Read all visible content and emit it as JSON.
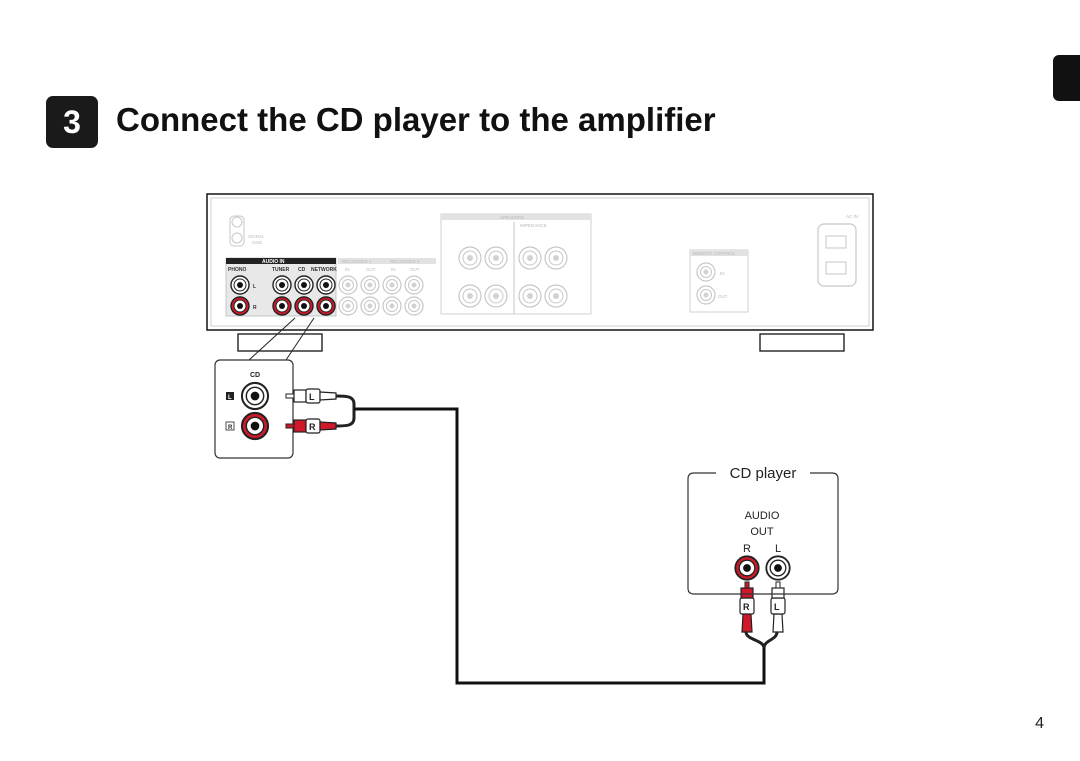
{
  "step": {
    "number": "3",
    "title": "Connect the CD player to the amplifier"
  },
  "page_number": "4",
  "amplifier": {
    "signal_gnd": [
      "SIGNAL",
      "GND"
    ],
    "audio_in_header": "AUDIO      IN",
    "inputs": [
      "PHONO",
      "TUNER",
      "CD",
      "NETWORK"
    ],
    "recorder_1": "RECORDER 1",
    "recorder_2": "RECORDER 2",
    "rec_in": "IN",
    "rec_out": "OUT",
    "speakers": "SPEAKERS",
    "impedance": "IMPEDANCE",
    "remote_control": "REMOTE CONTROL",
    "remote_in": "IN",
    "remote_out": "OUT",
    "ac_in": "AC IN",
    "channel_l": "L",
    "channel_r": "R"
  },
  "zoom_inset": {
    "label": "CD",
    "left": "L",
    "right": "R"
  },
  "cd_player": {
    "label": "CD player",
    "audio": "AUDIO",
    "out": "OUT",
    "r": "R",
    "l": "L"
  },
  "plugs": {
    "left": "L",
    "right": "R"
  },
  "colors": {
    "red_jack": "#d0182b",
    "white_jack": "#ffffff",
    "badge": "#1a1a1a"
  }
}
